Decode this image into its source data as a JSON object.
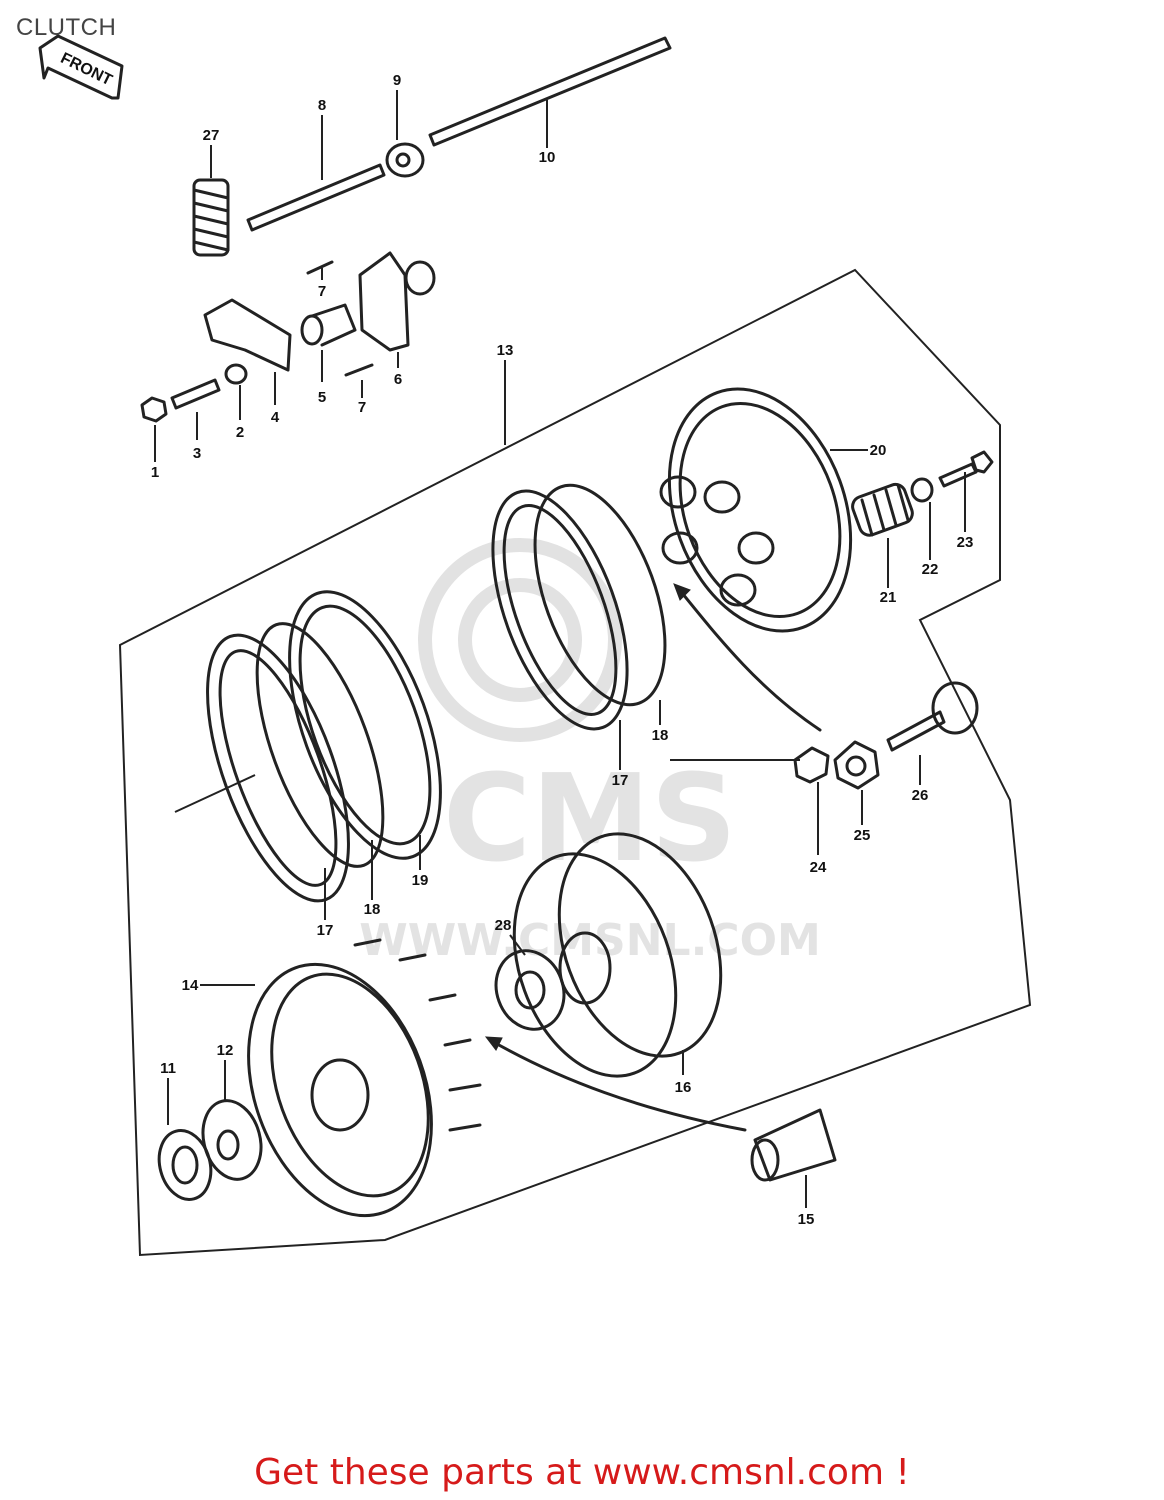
{
  "title": "CLUTCH",
  "front_tag": "FRONT",
  "watermark": {
    "text": "CMS",
    "url": "WWW.CMSNL.COM"
  },
  "footer": "Get these parts at www.cmsnl.com !",
  "labels": [
    "1",
    "2",
    "3",
    "4",
    "5",
    "6",
    "7",
    "7",
    "8",
    "9",
    "10",
    "11",
    "12",
    "13",
    "14",
    "15",
    "16",
    "17",
    "17",
    "18",
    "18",
    "19",
    "20",
    "21",
    "22",
    "23",
    "24",
    "25",
    "26",
    "27",
    "28"
  ]
}
